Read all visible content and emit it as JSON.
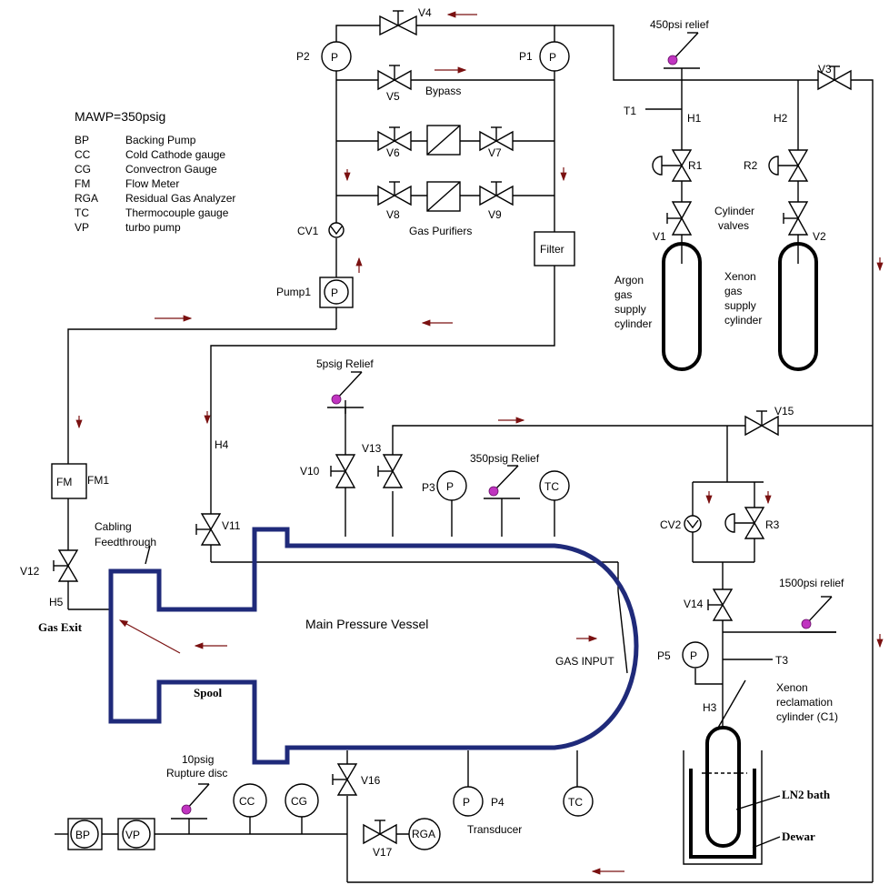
{
  "mawp": "MAWP=350psig",
  "legend": [
    {
      "abbr": "BP",
      "desc": "Backing Pump"
    },
    {
      "abbr": "CC",
      "desc": "Cold Cathode gauge"
    },
    {
      "abbr": "CG",
      "desc": "Convectron Gauge"
    },
    {
      "abbr": "FM",
      "desc": "Flow Meter"
    },
    {
      "abbr": "RGA",
      "desc": "Residual Gas Analyzer"
    },
    {
      "abbr": "TC",
      "desc": "Thermocouple gauge"
    },
    {
      "abbr": "VP",
      "desc": "turbo pump"
    }
  ],
  "vessel": {
    "title": "Main Pressure Vessel",
    "spool": "Spool",
    "gas_input": "GAS INPUT",
    "cabling": "Cabling",
    "feedthrough": "Feedthrough",
    "gas_exit": "Gas Exit"
  },
  "valves": {
    "v1": "V1",
    "v2": "V2",
    "v3": "V3",
    "v4": "V4",
    "v5": "V5",
    "v6": "V6",
    "v7": "V7",
    "v8": "V8",
    "v9": "V9",
    "v10": "V10",
    "v11": "V11",
    "v12": "V12",
    "v13": "V13",
    "v14": "V14",
    "v15": "V15",
    "v16": "V16",
    "v17": "V17"
  },
  "regulators": {
    "r1": "R1",
    "r2": "R2",
    "r3": "R3"
  },
  "check_valves": {
    "cv1": "CV1",
    "cv2": "CV2"
  },
  "gauges": {
    "p1": "P1",
    "p2": "P2",
    "p3": "P3",
    "p4": "P4",
    "p5": "P5",
    "p_symbol": "P",
    "tc": "TC",
    "cc": "CC",
    "cg": "CG",
    "bp": "BP",
    "vp": "VP",
    "fm": "FM",
    "fm1": "FM1",
    "rga": "RGA",
    "pump1": "Pump1",
    "transducer": "Transducer"
  },
  "reliefs": {
    "r450": "450psi relief",
    "r5": "5psig Relief",
    "r350": "350psig Relief",
    "r1500": "1500psi relief",
    "rupture1": "10psig",
    "rupture2": "Rupture disc"
  },
  "labels": {
    "bypass": "Bypass",
    "purifiers": "Gas Purifiers",
    "filter": "Filter",
    "t1": "T1",
    "t3": "T3",
    "h1": "H1",
    "h2": "H2",
    "h3": "H3",
    "h4": "H4",
    "h5": "H5",
    "cyl_valves_1": "Cylinder",
    "cyl_valves_2": "valves"
  },
  "cylinders": {
    "argon": [
      "Argon",
      "gas",
      "supply",
      "cylinder"
    ],
    "xenon": [
      "Xenon",
      "gas",
      "supply",
      "cylinder"
    ],
    "reclaim": [
      "Xenon",
      "reclamation",
      "cylinder (C1)"
    ],
    "ln2": "LN2 bath",
    "dewar": "Dewar"
  }
}
